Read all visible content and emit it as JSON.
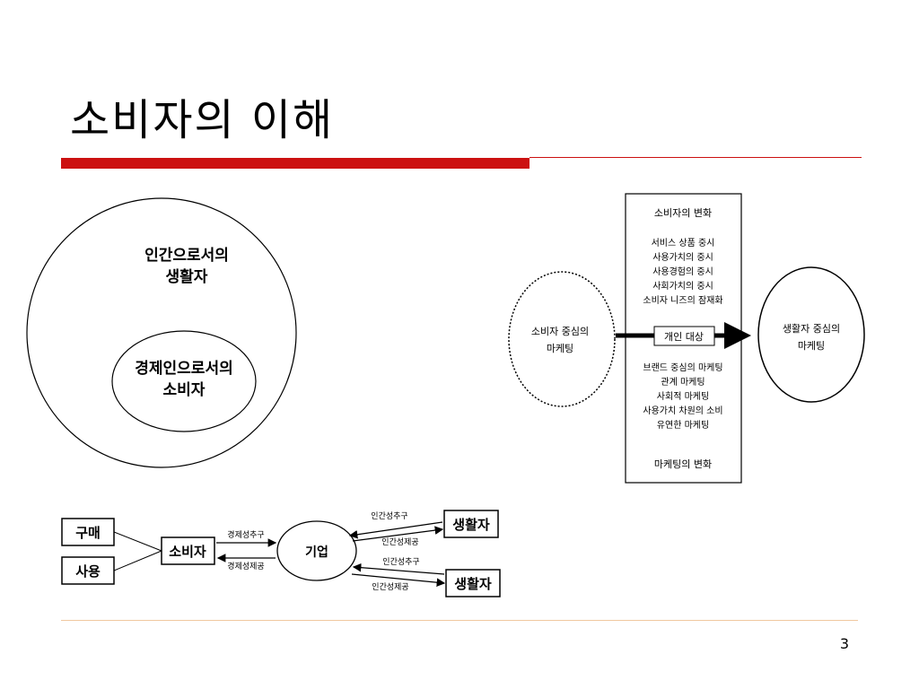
{
  "slide": {
    "title": "소비자의 이해",
    "page_number": "3"
  },
  "venn": {
    "outer_line1": "인간으로서의",
    "outer_line2": "생활자",
    "inner_line1": "경제인으로서의",
    "inner_line2": "소비자"
  },
  "marketing": {
    "left_line1": "소비자 중심의",
    "left_line2": "마케팅",
    "right_line1": "생활자 중심의",
    "right_line2": "마케팅",
    "consumer_change_title": "소비자의 변화",
    "consumer_changes": [
      "서비스 상품 중시",
      "사용가치의 중시",
      "사용경험의 중시",
      "사회가치의 중시",
      "소비자 니즈의 잠재화"
    ],
    "center_label": "개인 대상",
    "marketing_changes": [
      "브랜드 중심의 마케팅",
      "관계 마케팅",
      "사회적 마케팅",
      "사용가치 차원의 소비",
      "유연한 마케팅"
    ],
    "marketing_change_title": "마케팅의 변화"
  },
  "flow": {
    "purchase": "구매",
    "use": "사용",
    "consumer": "소비자",
    "company": "기업",
    "liver_top": "생활자",
    "liver_bottom": "생활자",
    "econ_pursuit": "경제성추구",
    "econ_provide": "경제성제공",
    "human_pursuit_top": "인간성추구",
    "human_provide_top": "인간성제공",
    "human_pursuit_bottom": "인간성추구",
    "human_provide_bottom": "인간성제공"
  }
}
